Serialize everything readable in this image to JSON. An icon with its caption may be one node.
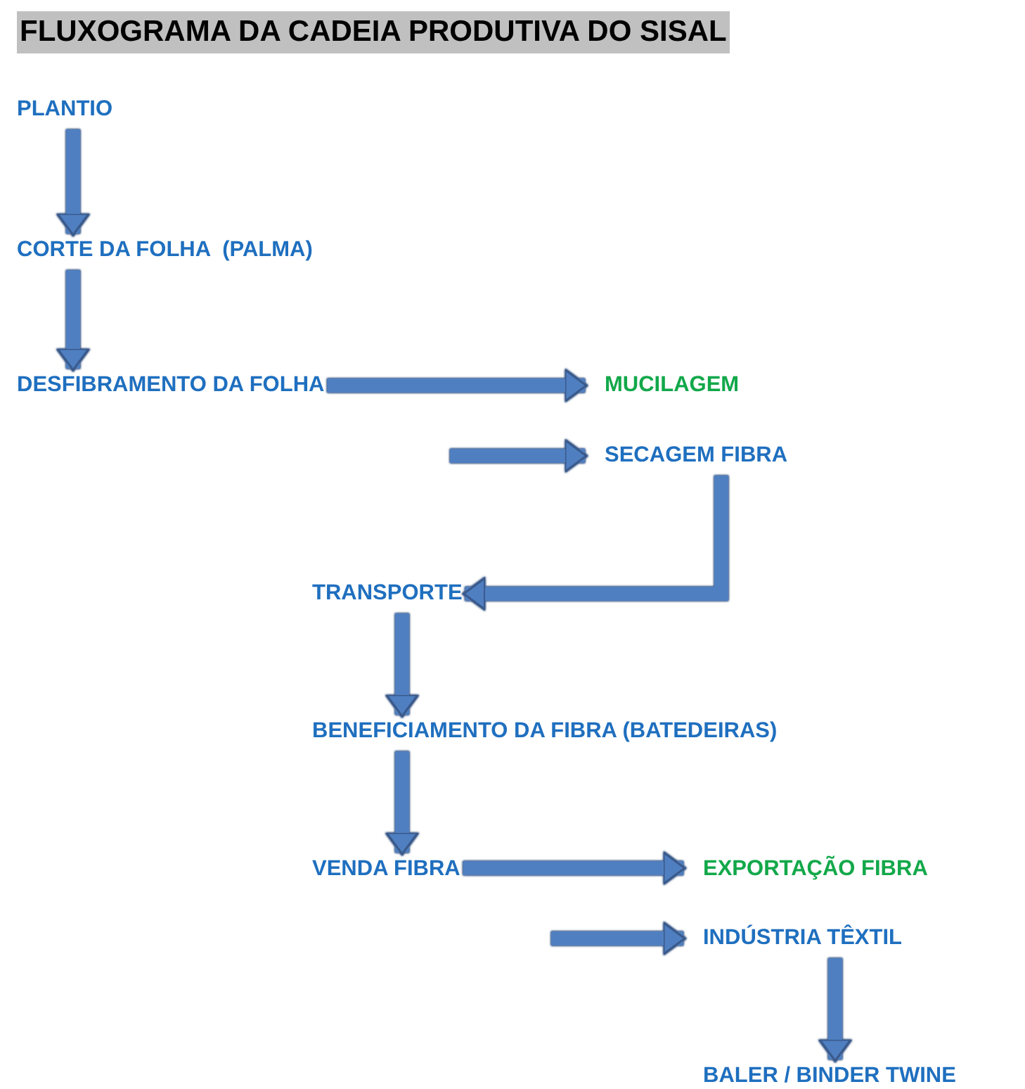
{
  "diagram": {
    "title": "FLUXOGRAMA DA CADEIA PRODUTIVA DO SISAL",
    "nodes": [
      {
        "text": [
          "PLANTIO"
        ]
      },
      {
        "text": [
          "CORTE DA FOLHA  (PALMA)"
        ]
      },
      {
        "text": [
          "DESFIBRAMENTO DA FOLHA"
        ]
      },
      {
        "text": [
          "MUCILAGEM"
        ]
      },
      {
        "text": [
          "SECAGEM FIBRA"
        ]
      },
      {
        "text": [
          "TRANSPORTE"
        ]
      },
      {
        "text": [
          "BENEFICIAMENTO DA FIBRA (BATEDEIRAS)"
        ]
      },
      {
        "text": [
          "VENDA FIBRA"
        ]
      },
      {
        "text": [
          "EXPORTAÇÃO FIBRA"
        ]
      },
      {
        "text": [
          "INDÚSTRIA TÊXTIL"
        ]
      },
      {
        "text": [
          "BALER / BINDER TWINE"
        ]
      }
    ],
    "edges": [
      {
        "from": 0,
        "to": 1,
        "arrow": "to"
      },
      {
        "from": 1,
        "to": 2,
        "arrow": "to"
      },
      {
        "from": 2,
        "to": 3,
        "arrow": "to"
      },
      {
        "from": null,
        "to": 4,
        "arrow": "to"
      },
      {
        "from": 4,
        "to": 5,
        "arrow": "to"
      },
      {
        "from": 5,
        "to": 6,
        "arrow": "to"
      },
      {
        "from": 6,
        "to": 7,
        "arrow": "to"
      },
      {
        "from": 7,
        "to": 8,
        "arrow": "to"
      },
      {
        "from": null,
        "to": 9,
        "arrow": "to"
      },
      {
        "from": 9,
        "to": 10,
        "arrow": "to"
      }
    ]
  }
}
